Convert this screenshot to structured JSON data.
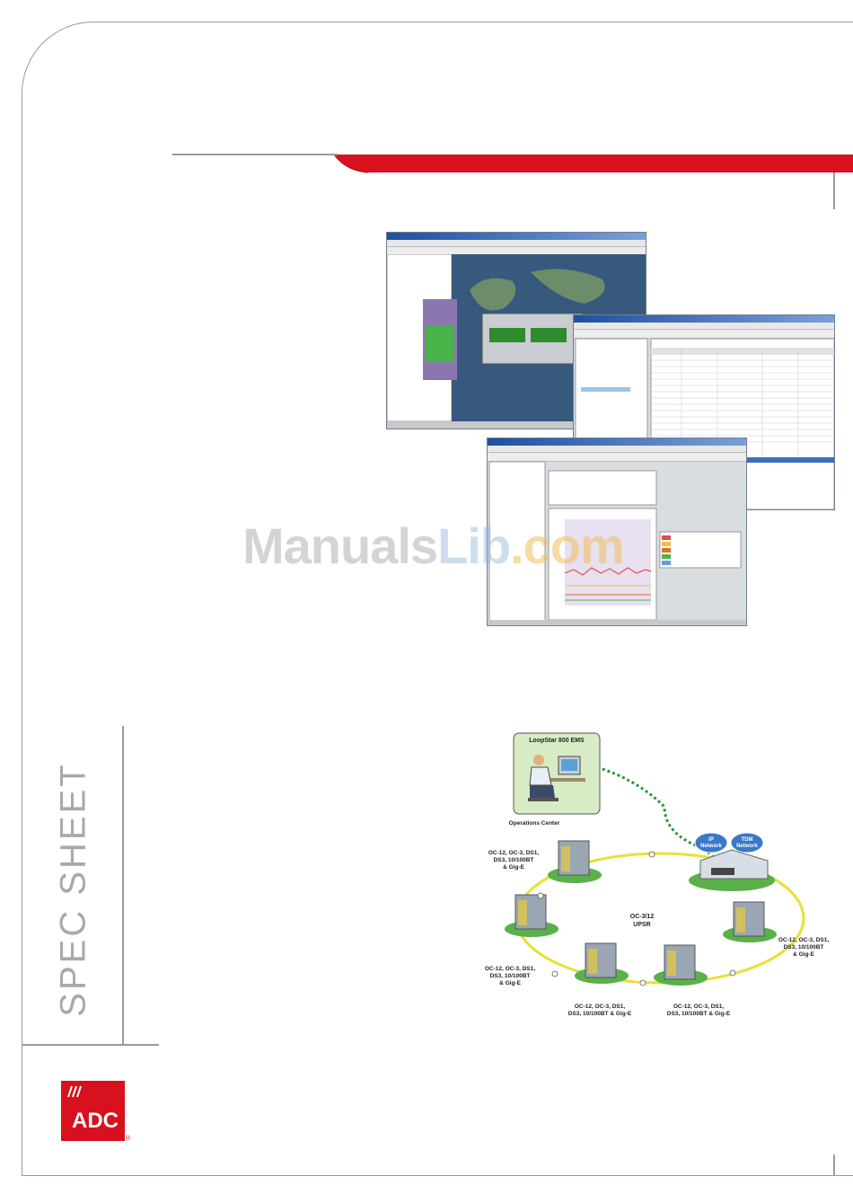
{
  "page": {
    "side_label": "SPEC SHEET"
  },
  "logo": {
    "text": "ADC",
    "reg": "®"
  },
  "watermark": {
    "part1": "Manuals",
    "part2": "Lib",
    "part3": ".com"
  },
  "network": {
    "ems_label": "LoopStar 800 EMS",
    "operations_label": "Operations Center",
    "ring_label_1": "OC-3/12",
    "ring_label_2": "UPSR",
    "cloud_ip_1": "IP",
    "cloud_ip_2": "Network",
    "cloud_tdm_1": "TDM",
    "cloud_tdm_2": "Network",
    "node_top_left": [
      "OC-12, OC-3, DS1,",
      "DS3, 10/100BT",
      "& Gig-E"
    ],
    "node_right": [
      "OC-12, OC-3, DS1,",
      "DS3, 10/100BT",
      "& Gig-E"
    ],
    "node_left": [
      "OC-12, OC-3, DS1,",
      "DS3, 10/100BT",
      "& Gig-E"
    ],
    "node_bottom_left": [
      "OC-12, OC-3, DS1,",
      "DS3, 10/100BT & Gig-E"
    ],
    "node_bottom_right": [
      "OC-12, OC-3, DS1,",
      "DS3, 10/100BT & Gig-E"
    ]
  },
  "colors": {
    "accent_red": "#d7111d",
    "ring_yellow": "#e8e034",
    "link_green": "#2a9a3a"
  }
}
